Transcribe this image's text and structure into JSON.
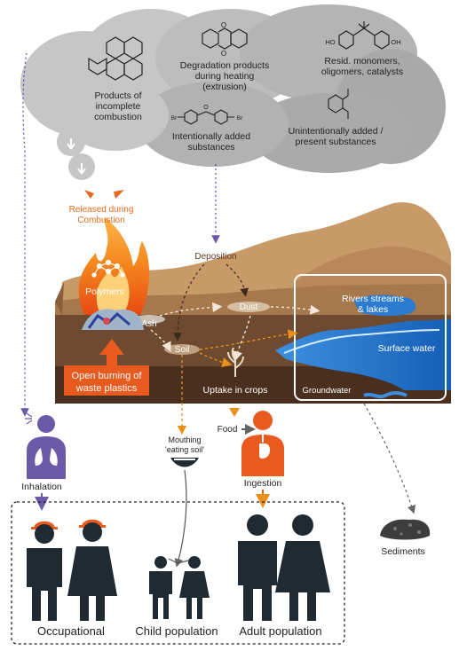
{
  "cloud": {
    "pah_label_1": "Products of",
    "pah_label_2": "incomplete",
    "pah_label_3": "combustion",
    "degradation_label_1": "Degradation products",
    "degradation_label_2": "during heating",
    "degradation_label_3": "(extrusion)",
    "residual_label_1": "Resid. monomers,",
    "residual_label_2": "oligomers, catalysts",
    "intentional_label_1": "Intentionally added",
    "intentional_label_2": "substances",
    "unintentional_label_1": "Unintentionally added /",
    "unintentional_label_2": "present substances",
    "chem_oh_left": "HO",
    "chem_oh_right": "OH",
    "chem_br_left": "Br",
    "chem_br_right": "Br",
    "chem_o": "O"
  },
  "flows": {
    "released_1": "Released during",
    "released_2": "Combustion",
    "deposition": "Deposition",
    "dust": "Dust",
    "ash": "Ash",
    "soil": "Soil",
    "uptake": "Uptake in crops",
    "food": "Food"
  },
  "landscape": {
    "polymers": "Polymers",
    "open_burning_1": "Open burning of",
    "open_burning_2": "waste plastics",
    "rivers_1": "Rivers streams",
    "rivers_2": "& lakes",
    "surface_water": "Surface water",
    "groundwater": "Groundwater",
    "sediments": "Sediments"
  },
  "exposure": {
    "inhalation": "Inhalation",
    "mouthing_1": "Mouthing",
    "mouthing_2": "'eating soil'",
    "ingestion": "Ingestion"
  },
  "populations": {
    "occupational": "Occupational",
    "child": "Child population",
    "adult": "Adult population"
  },
  "colors": {
    "cloud": "#c6c6c6",
    "cloud_dark": "#a9a9a9",
    "soil_top": "#b8875a",
    "soil_mid": "#6e4a31",
    "soil_deep": "#4a2f1e",
    "water": "#1d6fc7",
    "orange": "#e86a1a",
    "purple": "#6a5aa8",
    "people": "#1f2a33",
    "hardhat": "#e85a1e"
  }
}
